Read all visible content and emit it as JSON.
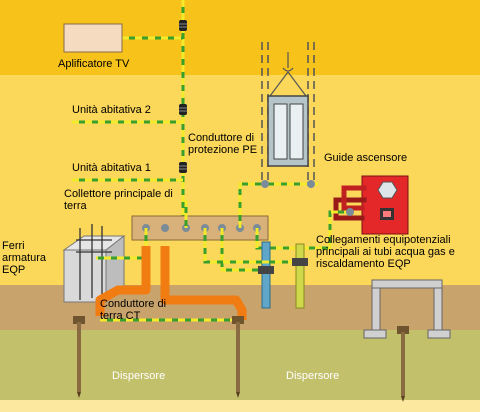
{
  "colors": {
    "sky_top": "#f7c21a",
    "sky_mid": "#fbd75a",
    "ground": "#c8a36c",
    "ground_deep": "#c2c06b",
    "bottom_band": "#fde8a0",
    "earth_conductor_green": "#3aa02c",
    "earth_conductor_yellow": "#f2ea2a",
    "copper_orange": "#f07c12",
    "collector_bar": "#d8b07a",
    "gas_meter_red": "#e4282a",
    "pipe_blue": "#5fa6c8"
  },
  "labels": {
    "applicator_tv": "Aplificatore TV",
    "unit_2": "Unità abitativa 2",
    "unit_1": "Unità abitativa 1",
    "protection_conductor": "Conduttore di protezione PE",
    "elevator_guides": "Guide ascensore",
    "main_collector": "Collettore principale di terra",
    "rebar": "Ferri armatura EQP",
    "equipotential": "Collegamenti equipotenziali principali ai tubi acqua gas e riscaldamento EQP",
    "earth_conductor": "Conduttore di terra CT",
    "electrode_left": "Dispersore",
    "electrode_right": "Dispersore"
  },
  "icons": [
    "tv-amplifier-box",
    "elevator-cabin",
    "gas-meter",
    "ground-rod",
    "rebar-cage",
    "pipe-clamp"
  ]
}
